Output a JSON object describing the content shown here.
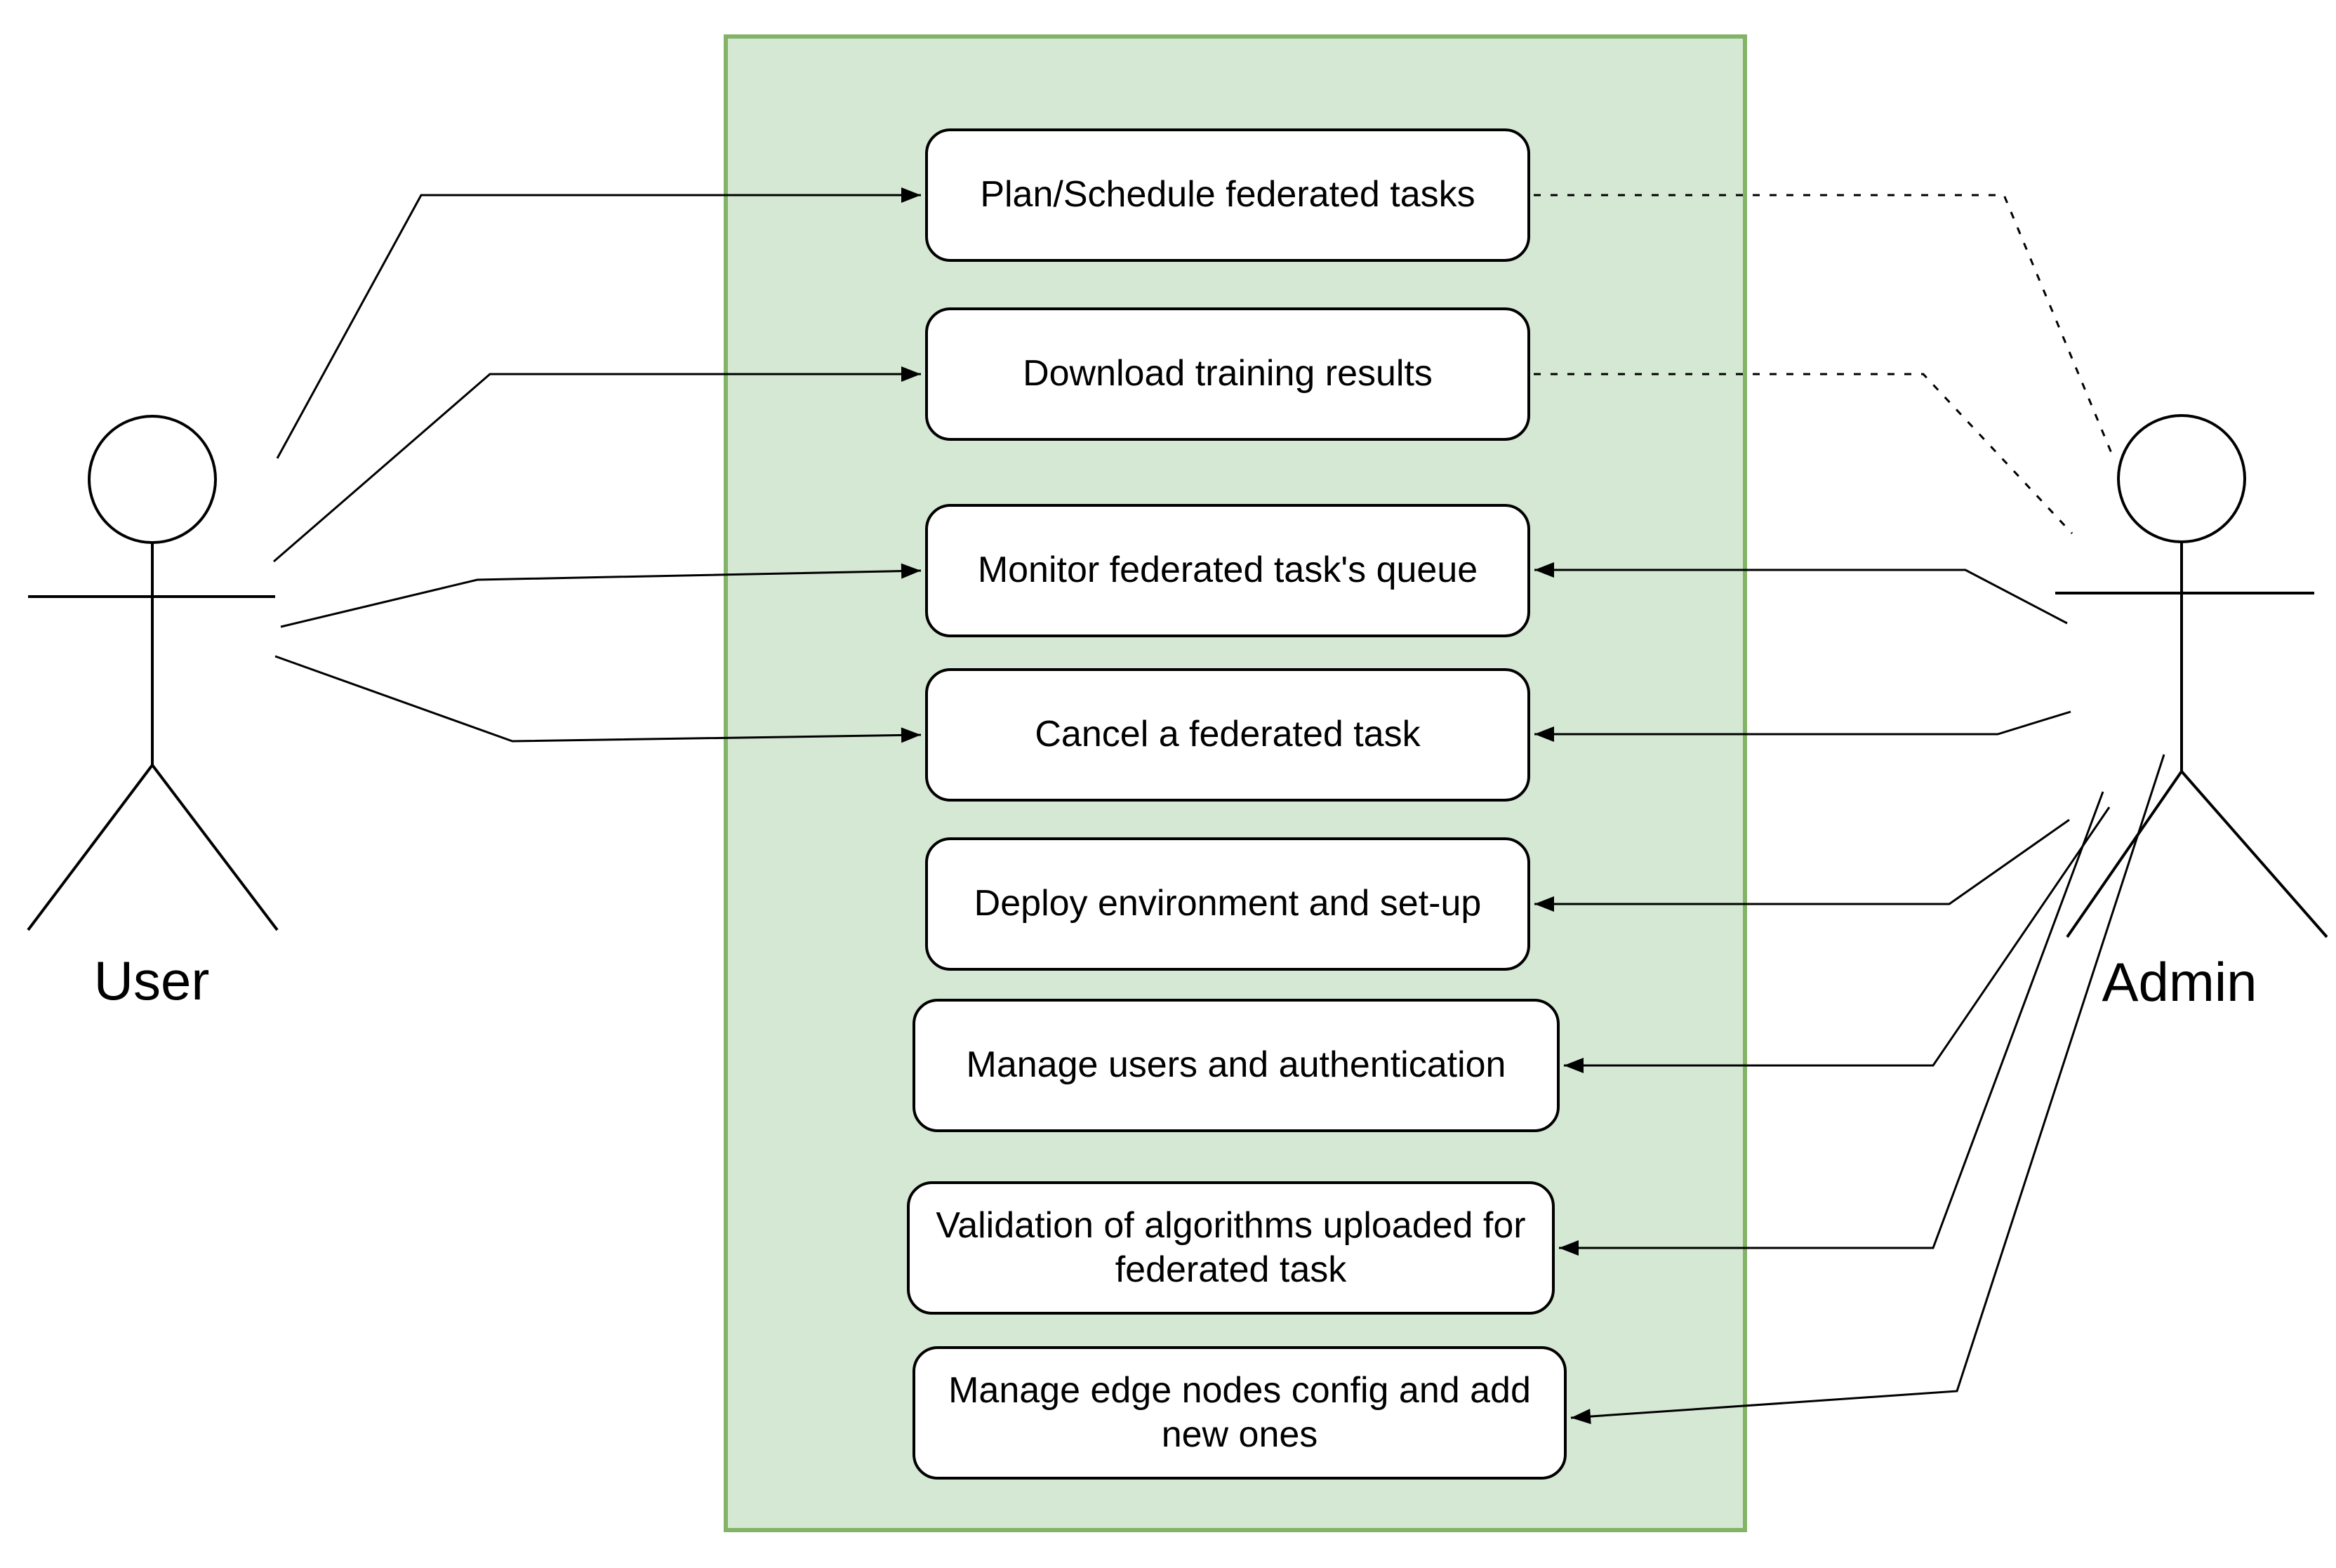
{
  "actors": [
    {
      "name": "User",
      "side": "left"
    },
    {
      "name": "Admin",
      "side": "right"
    }
  ],
  "use_cases": [
    {
      "label": "Plan/Schedule federated tasks"
    },
    {
      "label": "Download training results"
    },
    {
      "label": "Monitor federated task's queue"
    },
    {
      "label": "Cancel a federated task"
    },
    {
      "label": "Deploy environment and set-up"
    },
    {
      "label": "Manage users and authentication"
    },
    {
      "label": "Validation of algorithms uploaded for federated task"
    },
    {
      "label": "Manage edge nodes config and add new ones"
    }
  ],
  "colors": {
    "boundary_fill": "#d5e8d4",
    "boundary_border": "#82b366",
    "usecase_fill": "#ffffff",
    "line_color": "#000000"
  }
}
